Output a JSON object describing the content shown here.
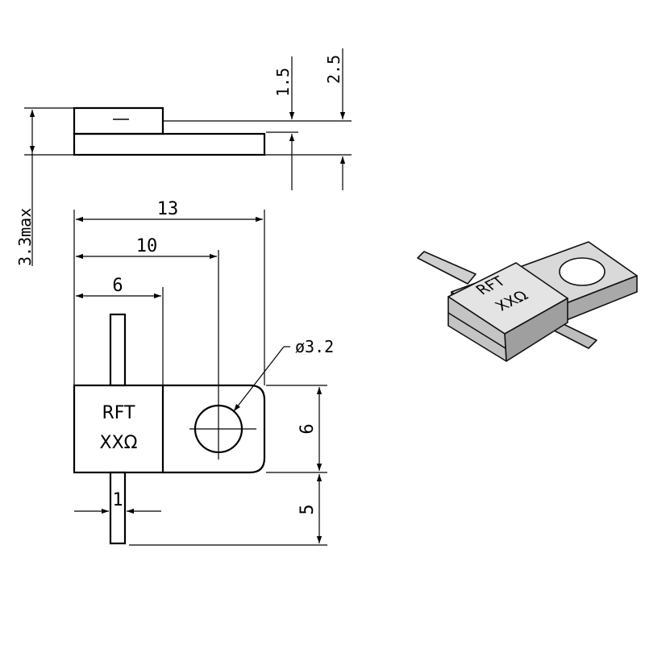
{
  "side_view": {
    "dim_height": "3.3max",
    "dim_tab_thickness": "1.5",
    "dim_body_height": "2.5"
  },
  "top_view": {
    "dim_total_length": "13",
    "dim_hole_center": "10",
    "dim_body_length": "6",
    "dim_hole_diameter": "ø3.2",
    "dim_flange_width": "6",
    "dim_lead_length": "5",
    "dim_lead_width": "1",
    "marking_line1": "RFT",
    "marking_line2": "XXΩ"
  },
  "iso_view": {
    "marking_line1": "RFT",
    "marking_line2": "XXΩ"
  }
}
